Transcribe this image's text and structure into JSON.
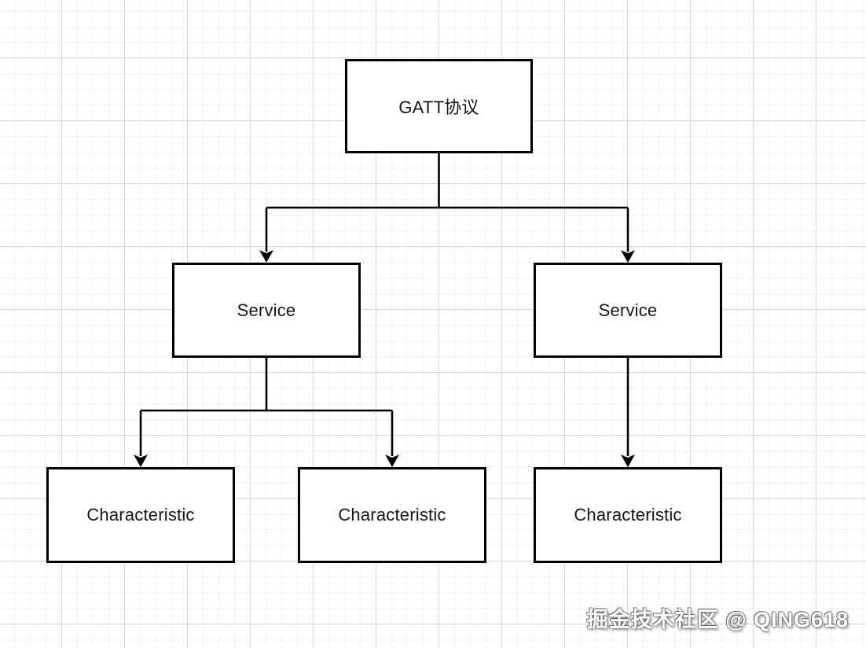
{
  "diagram": {
    "topic": "GATT protocol hierarchy",
    "nodes": [
      {
        "id": "gatt",
        "label": "GATT协议",
        "level": 0
      },
      {
        "id": "svc1",
        "label": "Service",
        "level": 1
      },
      {
        "id": "svc2",
        "label": "Service",
        "level": 1
      },
      {
        "id": "char1",
        "label": "Characteristic",
        "level": 2
      },
      {
        "id": "char2",
        "label": "Characteristic",
        "level": 2
      },
      {
        "id": "char3",
        "label": "Characteristic",
        "level": 2
      }
    ],
    "edges": [
      {
        "from": "gatt",
        "to": "svc1",
        "style": "elbow-arrow"
      },
      {
        "from": "gatt",
        "to": "svc2",
        "style": "elbow-arrow"
      },
      {
        "from": "svc1",
        "to": "char1",
        "style": "elbow-arrow"
      },
      {
        "from": "svc1",
        "to": "char2",
        "style": "elbow-arrow"
      },
      {
        "from": "svc2",
        "to": "char3",
        "style": "straight-arrow"
      }
    ]
  },
  "watermark": {
    "text": "掘金技术社区 @ QING618"
  },
  "colors": {
    "node_border": "#000000",
    "node_fill": "#ffffff",
    "connector": "#000000",
    "grid_minor": "#f1f1f3",
    "grid_major": "#d6d6d8",
    "background": "#ffffff",
    "label_text": "#161616",
    "watermark_fill": "#ffffff"
  }
}
